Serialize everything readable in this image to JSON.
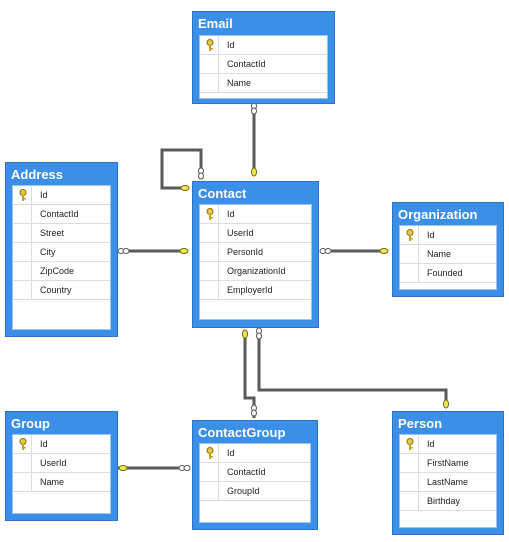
{
  "tables": {
    "email": {
      "title": "Email",
      "columns": [
        {
          "name": "Id",
          "pk": true
        },
        {
          "name": "ContactId",
          "pk": false
        },
        {
          "name": "Name",
          "pk": false
        }
      ]
    },
    "contact": {
      "title": "Contact",
      "columns": [
        {
          "name": "Id",
          "pk": true
        },
        {
          "name": "UserId",
          "pk": false
        },
        {
          "name": "PersonId",
          "pk": false
        },
        {
          "name": "OrganizationId",
          "pk": false
        },
        {
          "name": "EmployerId",
          "pk": false
        }
      ]
    },
    "address": {
      "title": "Address",
      "columns": [
        {
          "name": "Id",
          "pk": true
        },
        {
          "name": "ContactId",
          "pk": false
        },
        {
          "name": "Street",
          "pk": false
        },
        {
          "name": "City",
          "pk": false
        },
        {
          "name": "ZipCode",
          "pk": false
        },
        {
          "name": "Country",
          "pk": false
        }
      ]
    },
    "organization": {
      "title": "Organization",
      "columns": [
        {
          "name": "Id",
          "pk": true
        },
        {
          "name": "Name",
          "pk": false
        },
        {
          "name": "Founded",
          "pk": false
        }
      ]
    },
    "group": {
      "title": "Group",
      "columns": [
        {
          "name": "Id",
          "pk": true
        },
        {
          "name": "UserId",
          "pk": false
        },
        {
          "name": "Name",
          "pk": false
        }
      ]
    },
    "contactgroup": {
      "title": "ContactGroup",
      "columns": [
        {
          "name": "Id",
          "pk": true
        },
        {
          "name": "ContactId",
          "pk": false
        },
        {
          "name": "GroupId",
          "pk": false
        }
      ]
    },
    "person": {
      "title": "Person",
      "columns": [
        {
          "name": "Id",
          "pk": true
        },
        {
          "name": "FirstName",
          "pk": false
        },
        {
          "name": "LastName",
          "pk": false
        },
        {
          "name": "Birthday",
          "pk": false
        }
      ]
    }
  },
  "colors": {
    "header": "#3c8fe8",
    "line": "#5a5a5a",
    "key": "#f2e45a"
  }
}
